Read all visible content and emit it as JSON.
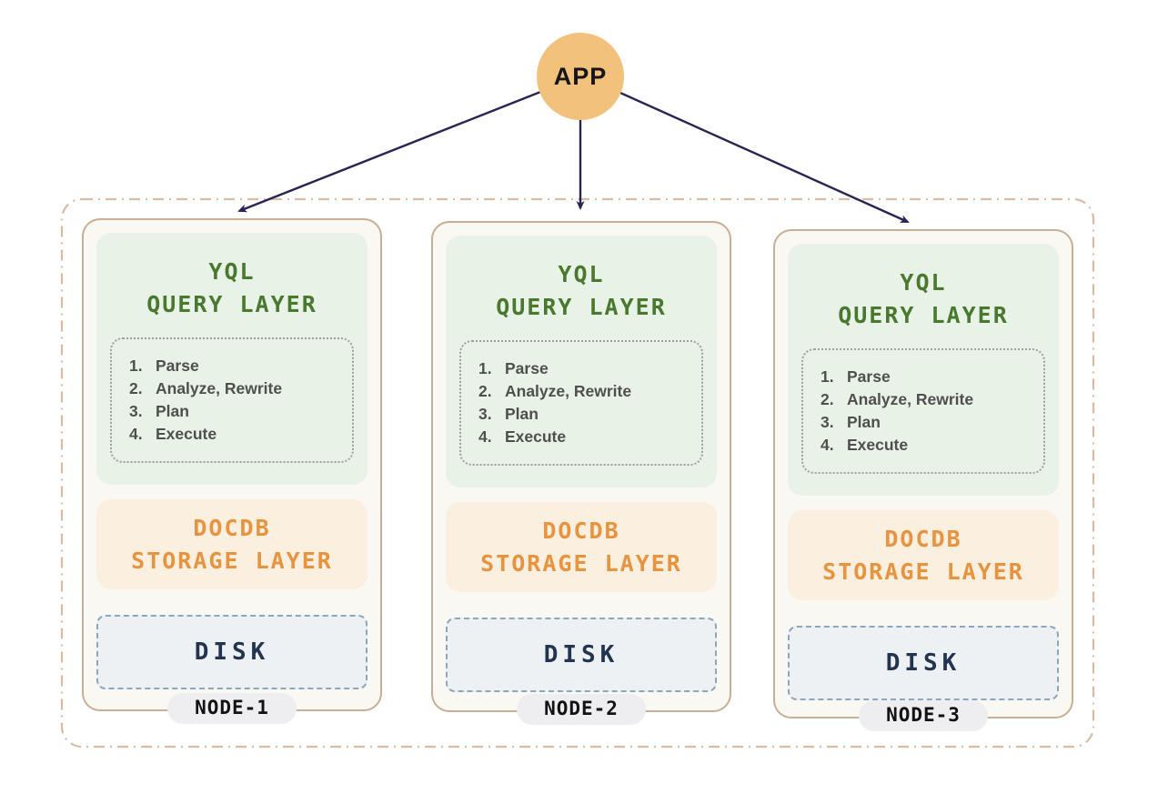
{
  "app": {
    "label": "APP"
  },
  "cluster": {
    "nodes": [
      {
        "badge": "NODE-1",
        "query_layer": {
          "line1": "YQL",
          "line2": "QUERY LAYER",
          "steps": [
            {
              "num": "1.",
              "text": "Parse"
            },
            {
              "num": "2.",
              "text": "Analyze, Rewrite"
            },
            {
              "num": "3.",
              "text": "Plan"
            },
            {
              "num": "4.",
              "text": "Execute"
            }
          ]
        },
        "storage_layer": {
          "line1": "DOCDB",
          "line2": "STORAGE LAYER"
        },
        "disk": {
          "label": "DISK"
        }
      },
      {
        "badge": "NODE-2",
        "query_layer": {
          "line1": "YQL",
          "line2": "QUERY LAYER",
          "steps": [
            {
              "num": "1.",
              "text": "Parse"
            },
            {
              "num": "2.",
              "text": "Analyze, Rewrite"
            },
            {
              "num": "3.",
              "text": "Plan"
            },
            {
              "num": "4.",
              "text": "Execute"
            }
          ]
        },
        "storage_layer": {
          "line1": "DOCDB",
          "line2": "STORAGE LAYER"
        },
        "disk": {
          "label": "DISK"
        }
      },
      {
        "badge": "NODE-3",
        "query_layer": {
          "line1": "YQL",
          "line2": "QUERY LAYER",
          "steps": [
            {
              "num": "1.",
              "text": "Parse"
            },
            {
              "num": "2.",
              "text": "Analyze, Rewrite"
            },
            {
              "num": "3.",
              "text": "Plan"
            },
            {
              "num": "4.",
              "text": "Execute"
            }
          ]
        },
        "storage_layer": {
          "line1": "DOCDB",
          "line2": "STORAGE LAYER"
        },
        "disk": {
          "label": "DISK"
        }
      }
    ]
  },
  "colors": {
    "app_bg": "#F2C27D",
    "arrow": "#2B2356",
    "cluster_border": "#D9BCA3",
    "card_bg": "#FAF8F3",
    "card_border": "#C9AE94",
    "green_bg": "#E9F2E6",
    "green_text": "#48792F",
    "dot_border": "#9E9E9E",
    "steps_text": "#4F4F4F",
    "orange_bg": "#FBEFDF",
    "orange_text": "#E8943F",
    "disk_bg": "#EDF1F4",
    "disk_border": "#8EA6BB",
    "disk_text": "#223450",
    "badge_bg": "#EEEEF0",
    "badge_text": "#121212"
  }
}
